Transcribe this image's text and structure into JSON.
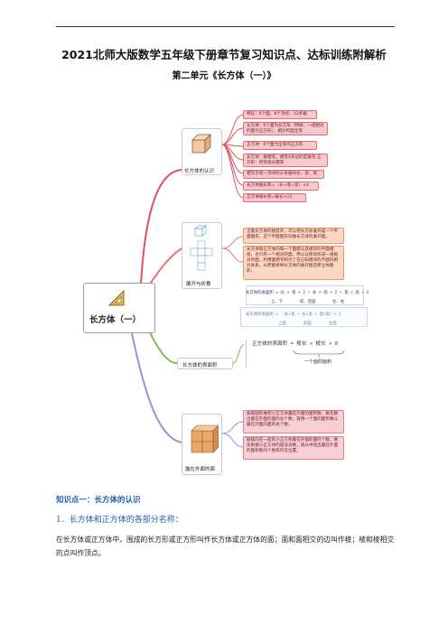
{
  "header": {
    "title": "2021北师大版数学五年级下册章节复习知识点、达标训练附解析",
    "subtitle": "第二单元《长方体（一）》"
  },
  "mindmap": {
    "root": "长方体（一）",
    "branches": [
      {
        "id": "recognize",
        "label": "长方体的认识",
        "color": "#e2515e",
        "leaves": [
          "特征：6个面、8个顶点、12条棱",
          "长方体：6个面为长方形（特殊：一组相对的面为正方形），相对的面全等",
          "正方体：6个面为全等的正方形",
          "长方体：棱相等，相等4条边的是棱等 正方形：所有棱长都等",
          "相交于同一顶点的三条棱叫长、宽、高",
          "长方体棱长和=（长+宽+高）×4",
          "正方体棱长和=棱长×12"
        ]
      },
      {
        "id": "unfold",
        "label": "展开与折叠",
        "color": "#ef6f73",
        "leaves": [
          "沿着长方体的棱剪开，可以把长方体展开成一个平面图形，这个平面图形叫做长方体的展开图。",
          "长方体和正方体的每一个面都与其相邻的平面相接，也只有一个相对的面，用以以移动形成一组相对的面，利用面相邻和为了在已知相邻的不面的相对关系，从而能够将长方体的展开图还原立体图形。"
        ]
      },
      {
        "id": "surface",
        "label": "长方体的表面积",
        "color": "#7cbf4a",
        "formula_rect": "长方体的表面积 = 长 × 宽 × 2 + 长 × 高 × 2 + 宽 × 高 × 2",
        "formula_rect_labels": [
          "上、下",
          "前、后面",
          "左、右"
        ],
        "formula_rect2": "长方体的表面积 = （长×宽 + 长×高 + 宽×高）× 2",
        "formula_rect2_labels": [
          "上面",
          "前面",
          "左面"
        ],
        "formula_cube": "正方体的表面积 = 棱长 × 棱长 × 6",
        "formula_cube_note": "一个面的面积"
      },
      {
        "id": "exposed",
        "label": "露在外面的面",
        "color": "#a58ad3",
        "leaves": [
          "按照图的堆积小正方体露在外面的面积数，要先数出露在外面的面的总个数，再用一个面的面积乘以露在外面的面的总个数。",
          "解摆的在一起的小正方体露在外面的面的个数，要先根据小正方体的摆法去数，再从中找出露在外面的图形数的个数和内在位置。"
        ]
      }
    ]
  },
  "section": {
    "heading": "知识点一：长方体的认识",
    "item_title": "1．长方体和正方体的各部分名称：",
    "paragraph": "在长方体或正方体中，围成的长方形或正方形叫作长方体或正方体的面；面和面相交的边叫作棱；棱和棱相交的点叫作顶点。"
  },
  "colors": {
    "heading_blue": "#1f5fb3",
    "red_leaf": "#f8c9cc",
    "green_branch": "#7cbf4a",
    "purple_branch": "#a58ad3"
  }
}
